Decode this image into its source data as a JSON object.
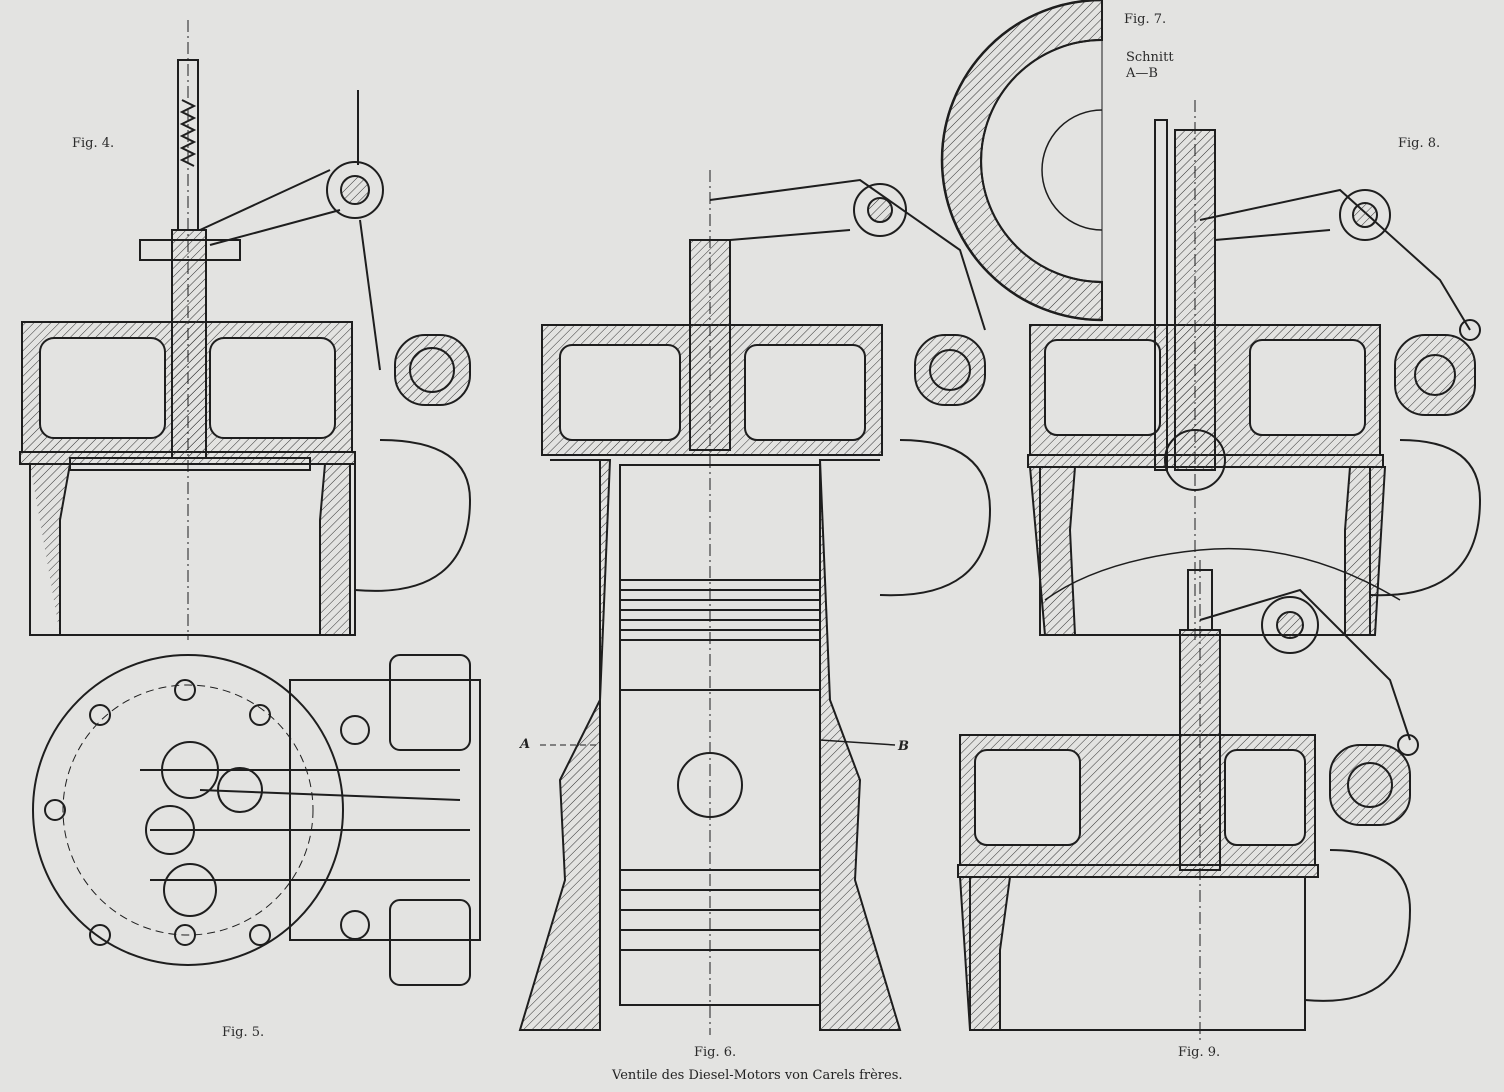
{
  "figures": {
    "fig4": "Fig. 4.",
    "fig5": "Fig. 5.",
    "fig6": "Fig. 6.",
    "fig7": "Fig. 7.",
    "fig7_section": "Schnitt",
    "fig7_section_ab": "A—B",
    "fig8": "Fig. 8.",
    "fig9": "Fig. 9."
  },
  "markers": {
    "a": "A",
    "b": "B"
  },
  "caption": "Ventile des Diesel-Motors von Carels frères."
}
